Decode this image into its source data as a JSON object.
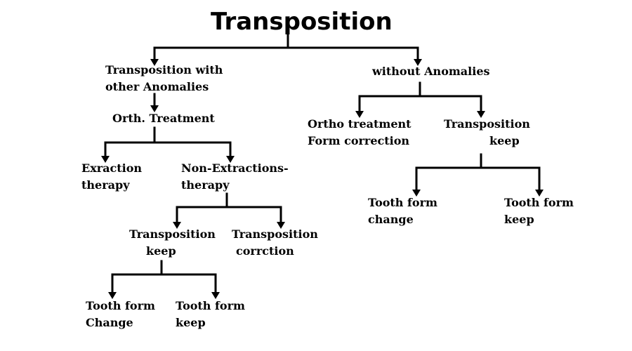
{
  "title": "Transposition",
  "nodes": {
    "with_anomalies": [
      "Transposition with",
      "other Anomalies"
    ],
    "orth_treatment": [
      "Orth. Treatment"
    ],
    "extraction_therapy": [
      "Exraction",
      "therapy"
    ],
    "non_extraction_therapy": [
      "Non-Extractions-",
      "therapy"
    ],
    "left_transposition_keep": [
      "Transposition",
      "keep"
    ],
    "transposition_correction": [
      "Transposition",
      "corrction"
    ],
    "left_tooth_form_change": [
      "Tooth form",
      "Change"
    ],
    "left_tooth_form_keep": [
      "Tooth form",
      "keep"
    ],
    "without_anomalies": [
      "without Anomalies"
    ],
    "ortho_treatment_form_correction": [
      "Ortho treatment",
      "Form correction"
    ],
    "right_transposition_keep": [
      "Transposition",
      "keep"
    ],
    "right_tooth_form_change": [
      "Tooth form",
      "change"
    ],
    "right_tooth_form_keep": [
      "Tooth form",
      "keep"
    ]
  }
}
